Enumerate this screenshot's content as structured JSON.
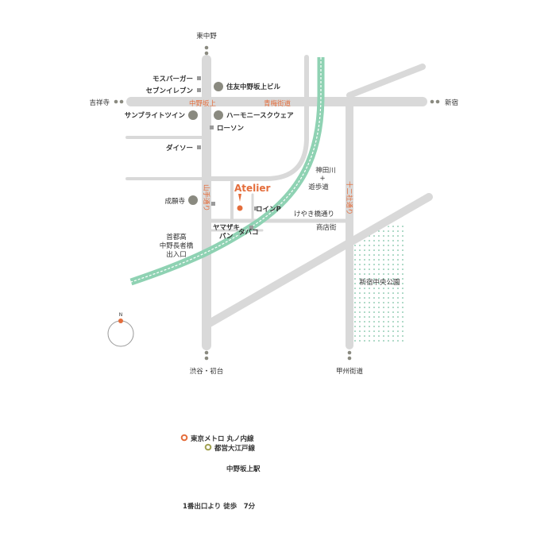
{
  "colors": {
    "road": "#d9d9d9",
    "rail": "#8fd2b3",
    "park": "#4fae86",
    "accent": "#e46d3b",
    "text": "#333333",
    "landmark": "#8a8a80"
  },
  "map": {
    "directions": {
      "north": "東中野",
      "west": "吉祥寺",
      "east": "新宿",
      "south_left": "渋谷・初台",
      "south_right": "甲州街道"
    },
    "roads": {
      "nakano_sakaue": "中野坂上",
      "ome_kaido": "青梅街道",
      "yamate_dori": "山手通り",
      "juniso_dori": "十二社通り",
      "keyaki_dori": "けやき橋通り"
    },
    "landmarks": {
      "mos_burger": "モスバーガー",
      "seven_eleven": "セブンイレブン",
      "sumitomo_bldg": "住友中野坂上ビル",
      "sunbright_twin": "サンブライトツイン",
      "harmony_square": "ハーモニースクウェア",
      "lawson": "ローソン",
      "daiso": "ダイソー",
      "jouganji": "成願寺",
      "kandagawa_1": "神田川",
      "kandagawa_2": "+",
      "kandagawa_3": "遊歩道",
      "coin_parking": "コインP",
      "shotengai": "商店街",
      "yamazaki_1": "ヤマザキ",
      "yamazaki_2": "パン",
      "tabako": "タバコ",
      "expressway_1": "首都高",
      "expressway_2": "中野長者橋",
      "expressway_3": "出入口",
      "shinjuku_park": "新宿中央公園",
      "atelier": "Atelier"
    },
    "compass": "N"
  },
  "legend": {
    "metro": "東京メトロ 丸ノ内線",
    "oedo": "都営大江戸線",
    "station": "中野坂上駅",
    "walk": "1番出口より 徒歩　7分"
  }
}
